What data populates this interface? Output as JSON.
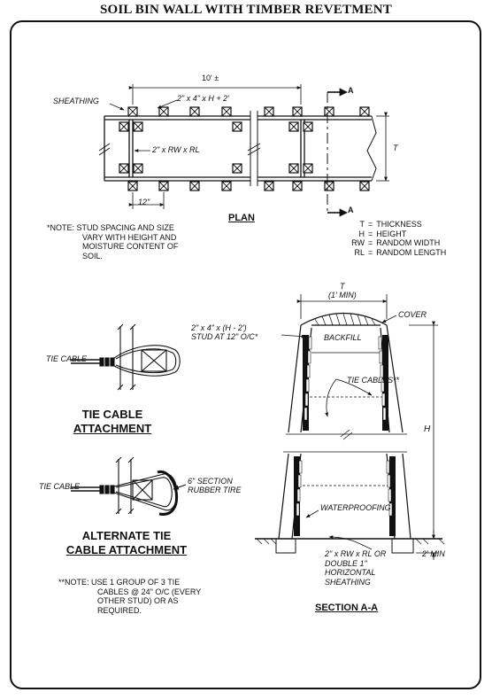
{
  "title": "SOIL BIN WALL WITH TIMBER REVETMENT",
  "plan": {
    "heading": "PLAN",
    "dim_length": "10' ±",
    "sheathing": "SHEATHING",
    "stud_label": "2\" x 4\" x H + 2'",
    "rw_label": "2\" x RW x RL",
    "spacing": "12\"",
    "section_marker": "A",
    "thickness_symbol": "T",
    "note": [
      "*NOTE: STUD SPACING AND SIZE",
      "VARY WITH HEIGHT AND",
      "MOISTURE CONTENT OF",
      "SOIL."
    ],
    "legend": [
      {
        "abbr": "T",
        "desc": "THICKNESS"
      },
      {
        "abbr": "H",
        "desc": "HEIGHT"
      },
      {
        "abbr": "RW",
        "desc": "RANDOM WIDTH"
      },
      {
        "abbr": "RL",
        "desc": "RANDOM LENGTH"
      }
    ]
  },
  "tie_cable": {
    "label": "TIE CABLE",
    "heading_line1": "TIE CABLE",
    "heading_line2": "ATTACHMENT"
  },
  "alt_tie": {
    "label": "TIE CABLE",
    "tire_line1": "6\" SECTION",
    "tire_line2": "RUBBER TIRE",
    "heading_line1": "ALTERNATE TIE",
    "heading_line2": "CABLE ATTACHMENT",
    "note": [
      "**NOTE: USE 1 GROUP OF 3 TIE",
      "CABLES @ 24\" O/C (EVERY",
      "OTHER STUD) OR AS",
      "REQUIRED."
    ]
  },
  "section": {
    "heading": "SECTION A-A",
    "t_label": "T",
    "min_label": "(1' MIN)",
    "cover": "COVER",
    "stud_line1": "2\" x 4\" x (H - 2')",
    "stud_line2": "STUD AT 12\" O/C*",
    "backfill": "BACKFILL",
    "tie_cables": "TIE CABLES**",
    "h_label": "H",
    "waterproofing": "WATERPROOFING",
    "sheathing_lines": [
      "2\" x RW x RL OR",
      "DOUBLE 1\"",
      "HORIZONTAL",
      "SHEATHING"
    ],
    "min2": "2' MIN"
  }
}
